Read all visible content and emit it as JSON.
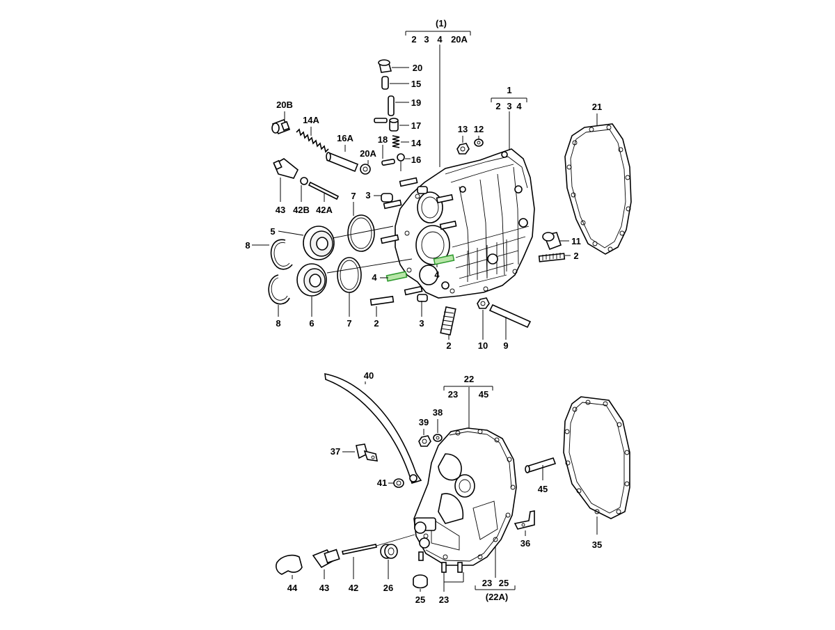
{
  "colors": {
    "ink": "#000000",
    "background": "#ffffff",
    "highlight": "#2e9a2e"
  },
  "groups": {
    "g_top": {
      "head": "(1)",
      "items": [
        "2",
        "3",
        "4",
        "20A"
      ]
    },
    "g_right": {
      "head": "1",
      "items": [
        "2",
        "3",
        "4"
      ]
    },
    "g_22": {
      "head": "22",
      "items": [
        "23",
        "45"
      ]
    },
    "g_22A": {
      "head": "(22A)",
      "items": [
        "23",
        "25"
      ]
    }
  },
  "labels": {
    "l20": "20",
    "l15": "15",
    "l19": "19",
    "l17": "17",
    "l18": "18",
    "l14": "14",
    "l16": "16",
    "l20B": "20B",
    "l14A": "14A",
    "l16A": "16A",
    "l20A": "20A",
    "l43a": "43",
    "l42B": "42B",
    "l42A": "42A",
    "l13": "13",
    "l12": "12",
    "l21": "21",
    "l11": "11",
    "l2a": "2",
    "l3a": "3",
    "l7a": "7",
    "l5": "5",
    "l8a": "8",
    "l4a": "4",
    "l4b": "4",
    "l8b": "8",
    "l6": "6",
    "l7b": "7",
    "l2b": "2",
    "l3b": "3",
    "l2c": "2",
    "l10": "10",
    "l9": "9",
    "l40": "40",
    "l39": "39",
    "l38": "38",
    "l37": "37",
    "l41": "41",
    "l45": "45",
    "l36": "36",
    "l35": "35",
    "l44": "44",
    "l43b": "43",
    "l42": "42",
    "l26": "26",
    "l25": "25",
    "l23": "23"
  }
}
